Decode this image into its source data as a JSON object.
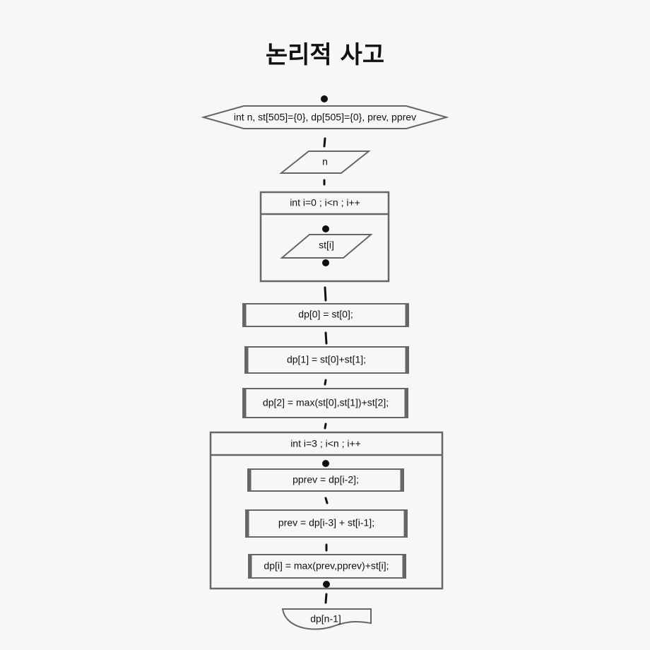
{
  "title": "논리적 사고",
  "nodes": {
    "declare": "int n, st[505]={0}, dp[505]={0}, prev, pprev",
    "input_n": "n",
    "loop1_header": "int i=0 ; i<n ; i++",
    "input_st": "st[i]",
    "dp0": "dp[0] = st[0];",
    "dp1": "dp[1] = st[0]+st[1];",
    "dp2": "dp[2] = max(st[0],st[1])+st[2];",
    "loop2_header": "int i=3 ; i<n ; i++",
    "pprev": "pprev = dp[i-2];",
    "prev": "prev = dp[i-3] + st[i-1];",
    "dpi": "dp[i] = max(prev,pprev)+st[i];",
    "output": "dp[n-1]"
  }
}
